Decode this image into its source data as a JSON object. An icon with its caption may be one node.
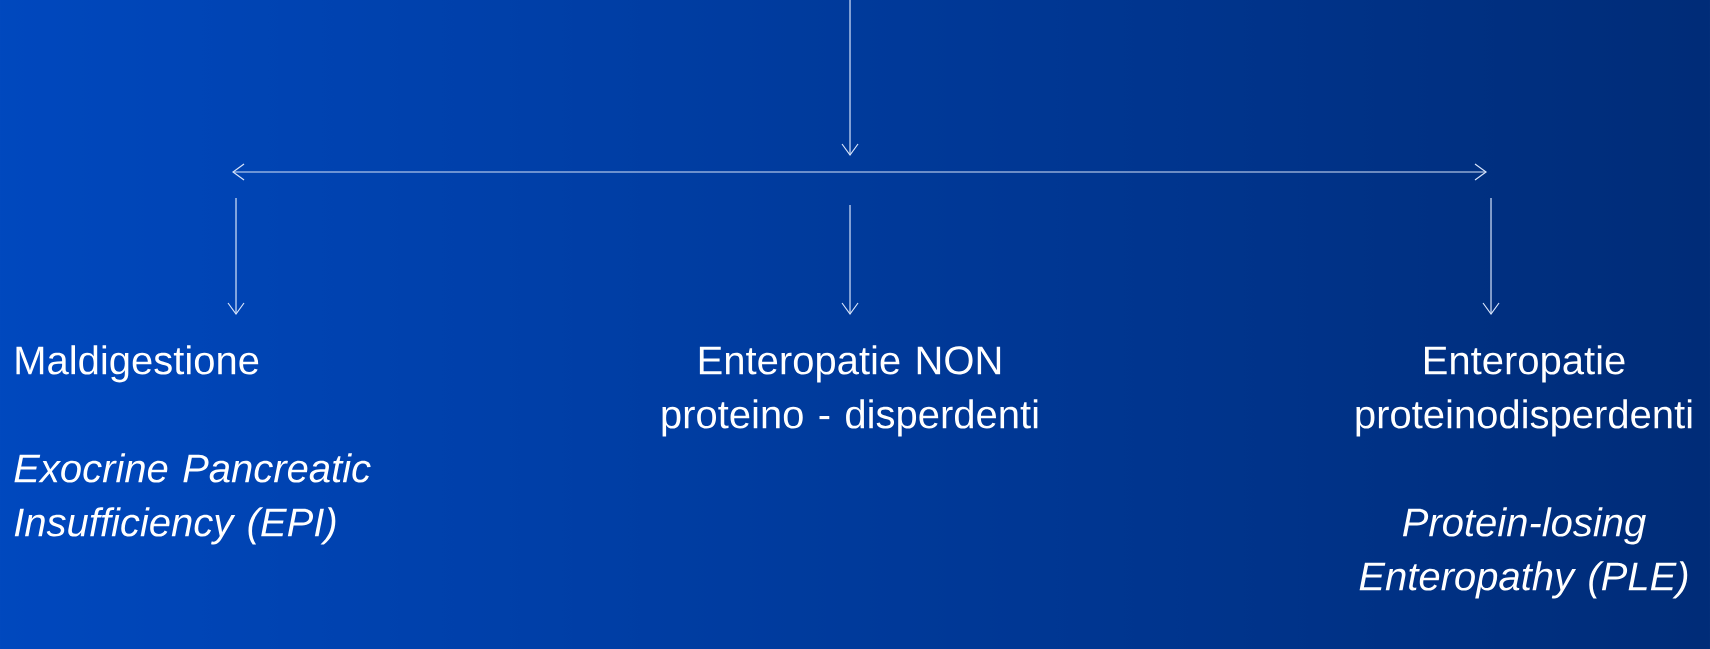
{
  "diagram": {
    "nodes": [
      {
        "text": [
          "Maldigestione",
          "Exocrine Pancreatic Insufficiency (EPI)"
        ]
      },
      {
        "text": [
          "Enteropatie NON proteino - disperdenti"
        ]
      },
      {
        "text": [
          "Enteropatie proteinodisperdenti",
          "Protein-losing Enteropathy (PLE)"
        ]
      }
    ],
    "edges": [
      {
        "from": null,
        "to": 0,
        "arrow": "to"
      },
      {
        "from": null,
        "to": 1,
        "arrow": "to"
      },
      {
        "from": null,
        "to": 2,
        "arrow": "to"
      }
    ]
  }
}
